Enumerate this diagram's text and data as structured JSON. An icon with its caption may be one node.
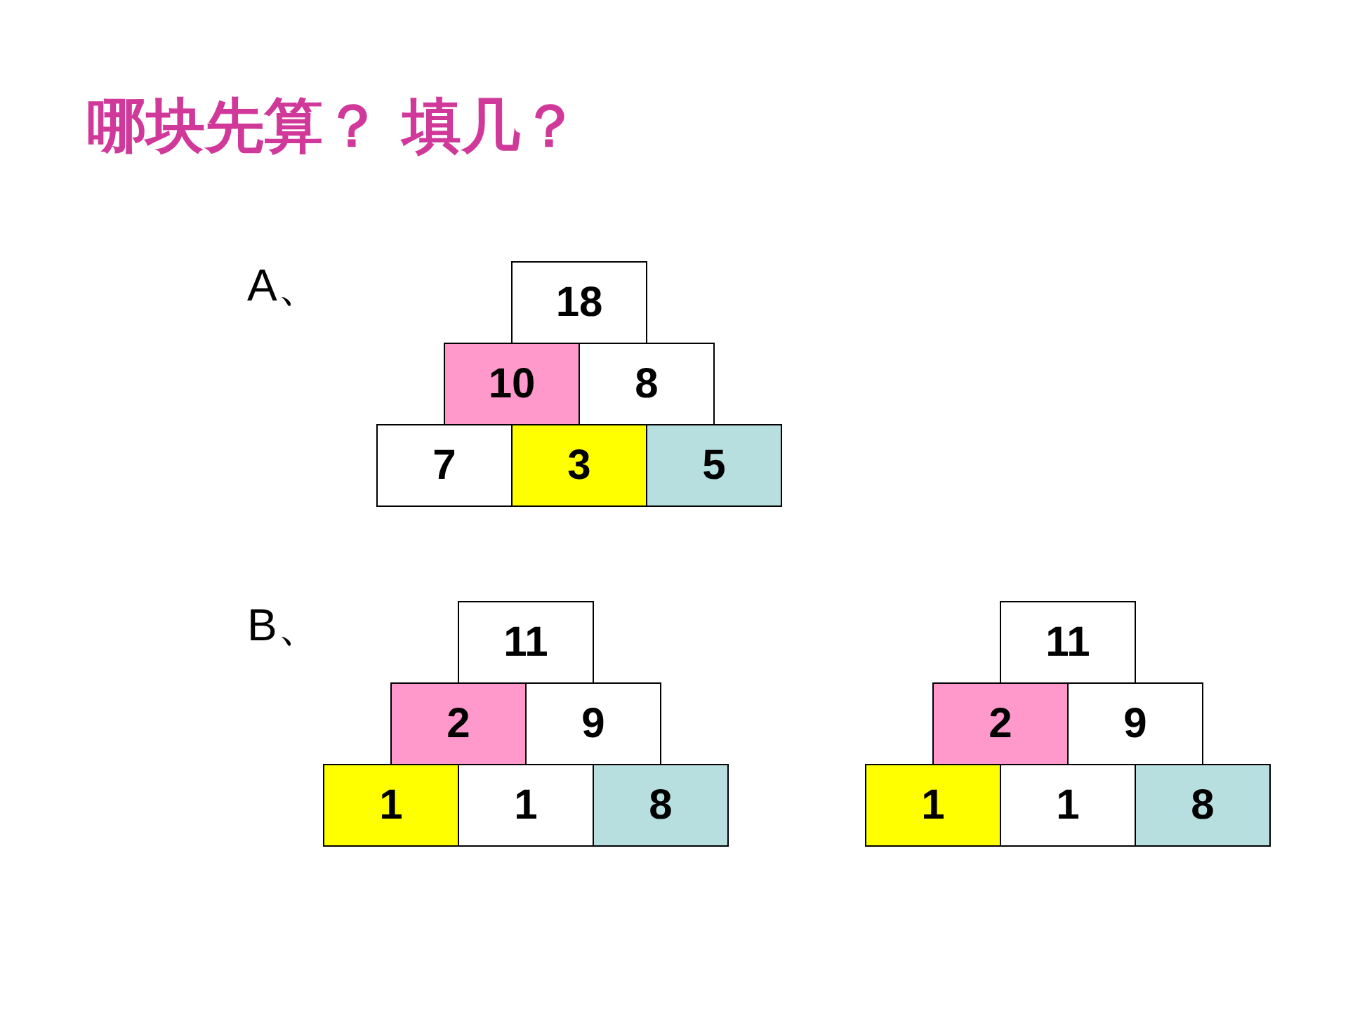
{
  "diagram": {
    "title": "哪块先算？ 填几？",
    "nodes": [
      {
        "text": [
          "18"
        ]
      },
      {
        "text": [
          "10"
        ]
      },
      {
        "text": [
          "8"
        ]
      },
      {
        "text": [
          "7"
        ]
      },
      {
        "text": [
          "3"
        ]
      },
      {
        "text": [
          "5"
        ]
      },
      {
        "text": [
          "11"
        ]
      },
      {
        "text": [
          "2"
        ]
      },
      {
        "text": [
          "9"
        ]
      },
      {
        "text": [
          "1"
        ]
      },
      {
        "text": [
          "1"
        ]
      },
      {
        "text": [
          "8"
        ]
      },
      {
        "text": [
          "11"
        ]
      },
      {
        "text": [
          "2"
        ]
      },
      {
        "text": [
          "9"
        ]
      },
      {
        "text": [
          "1"
        ]
      },
      {
        "text": [
          "1"
        ]
      },
      {
        "text": [
          "8"
        ]
      }
    ],
    "labels": [
      "A、",
      "B、"
    ]
  }
}
